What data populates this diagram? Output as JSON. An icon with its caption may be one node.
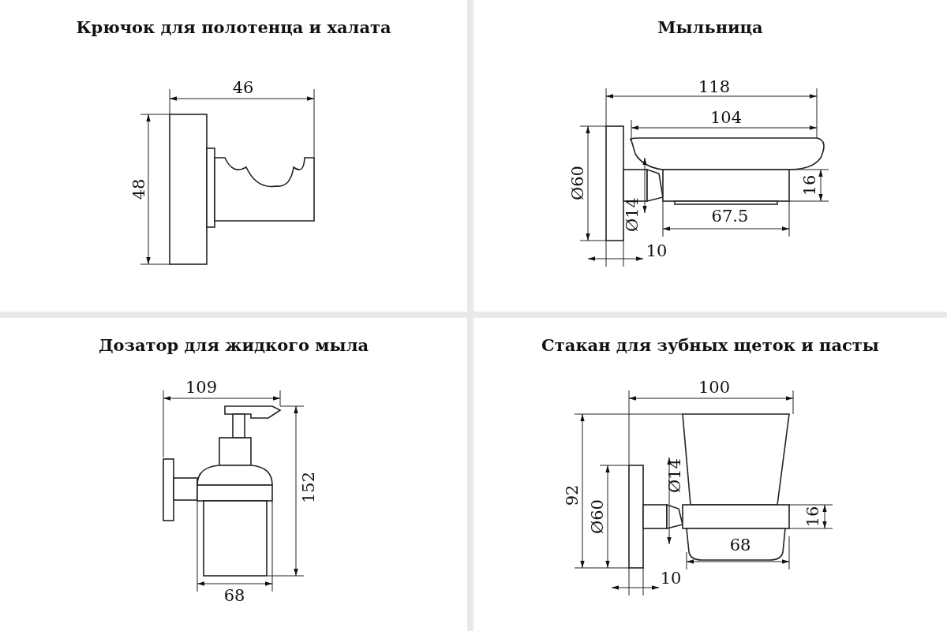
{
  "diagram": {
    "nodes": [
      {
        "text": [
          "Крючок для полотенца и халата"
        ]
      },
      {
        "text": [
          "Мыльница"
        ]
      },
      {
        "text": [
          "Дозатор для жидкого мыла"
        ]
      },
      {
        "text": [
          "Стакан для зубных щеток и пасты"
        ]
      }
    ],
    "labels": [
      "46",
      "48",
      "118",
      "104",
      "Ø60",
      "16",
      "Ø14",
      "67.5",
      "10",
      "109",
      "152",
      "68",
      "100",
      "92",
      "Ø60",
      "Ø14",
      "16",
      "68",
      "10"
    ]
  }
}
